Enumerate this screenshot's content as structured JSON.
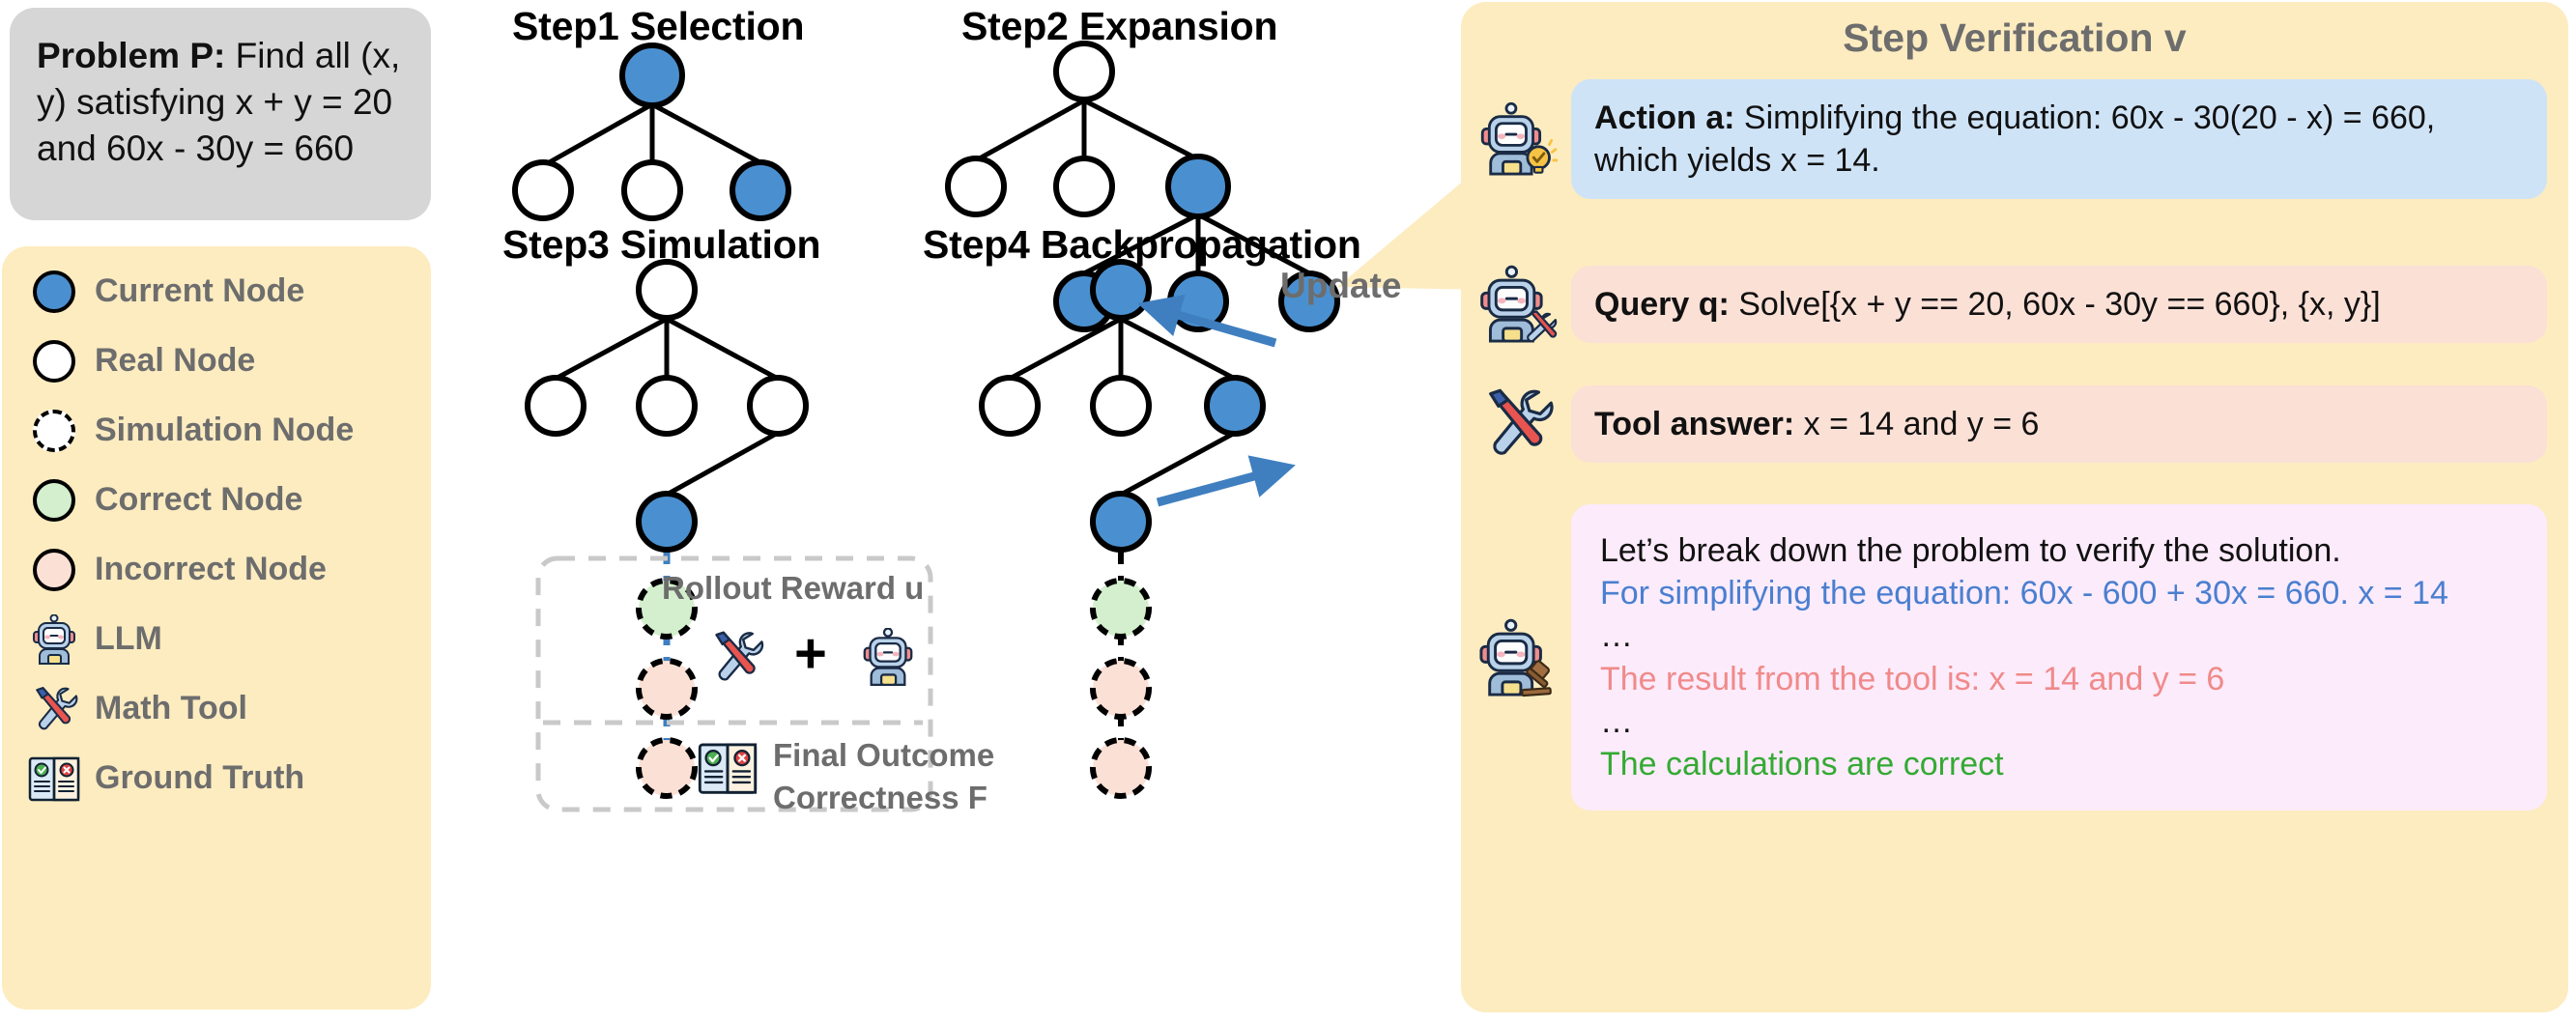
{
  "problem": {
    "label": "Problem P:",
    "text": " Find all (x, y) satisfying x + y = 20 and 60x - 30y = 660"
  },
  "legend": {
    "items": [
      {
        "icon": "current-node-circle-icon",
        "label": "Current Node"
      },
      {
        "icon": "real-node-circle-icon",
        "label": "Real Node"
      },
      {
        "icon": "simulation-node-circle-icon",
        "label": "Simulation Node"
      },
      {
        "icon": "correct-node-circle-icon",
        "label": "Correct Node"
      },
      {
        "icon": "incorrect-node-circle-icon",
        "label": "Incorrect Node"
      },
      {
        "icon": "llm-robot-icon",
        "label": "LLM"
      },
      {
        "icon": "math-tool-icon",
        "label": "Math Tool"
      },
      {
        "icon": "ground-truth-book-icon",
        "label": "Ground Truth"
      }
    ]
  },
  "steps": {
    "step1": "Step1 Selection",
    "step2": "Step2 Expansion",
    "step3": "Step3 Simulation",
    "step4": "Step4 Backpropagation",
    "update_label": "Update",
    "rollout_reward": "Rollout Reward u",
    "plus_sign": "+",
    "final_outcome_line1": "Final Outcome",
    "final_outcome_line2": "Correctness F"
  },
  "verification": {
    "title": "Step Verification v",
    "action": {
      "icon": "llm-idea-robot-icon",
      "label": "Action a:",
      "text": " Simplifying the equation: 60x - 30(20 - x) = 660, which yields x = 14."
    },
    "query": {
      "icon": "llm-tool-robot-icon",
      "label": "Query q:",
      "text": " Solve[{x + y == 20, 60x - 30y == 660}, {x, y}]"
    },
    "tool": {
      "icon": "math-tool-icon",
      "label": "Tool answer:",
      "text": " x = 14 and y = 6"
    },
    "verify": {
      "icon": "llm-judge-robot-icon",
      "lines": [
        {
          "text": "Let’s break down the problem to verify the solution.",
          "color": "black"
        },
        {
          "text": "For simplifying the equation: 60x - 600 + 30x = 660.  x = 14",
          "color": "blue"
        },
        {
          "text": "…",
          "color": "dots"
        },
        {
          "text": "The result from the tool is: x = 14 and y = 6",
          "color": "red"
        },
        {
          "text": "…",
          "color": "dots"
        },
        {
          "text": "The calculations are correct",
          "color": "green"
        }
      ]
    }
  },
  "colors": {
    "current_node": "#4a90d0",
    "correct_node": "#d4efcd",
    "incorrect_node": "#fbe0d6",
    "panel_bg": "#fdecc0",
    "problem_bg": "#d6d6d6",
    "action_bg": "#cfe3f7",
    "query_bg": "#fbe0d6",
    "verify_bg": "#fcebfb",
    "arrow_blue": "#3f7fc0",
    "text_gray": "#6d6d6d"
  }
}
